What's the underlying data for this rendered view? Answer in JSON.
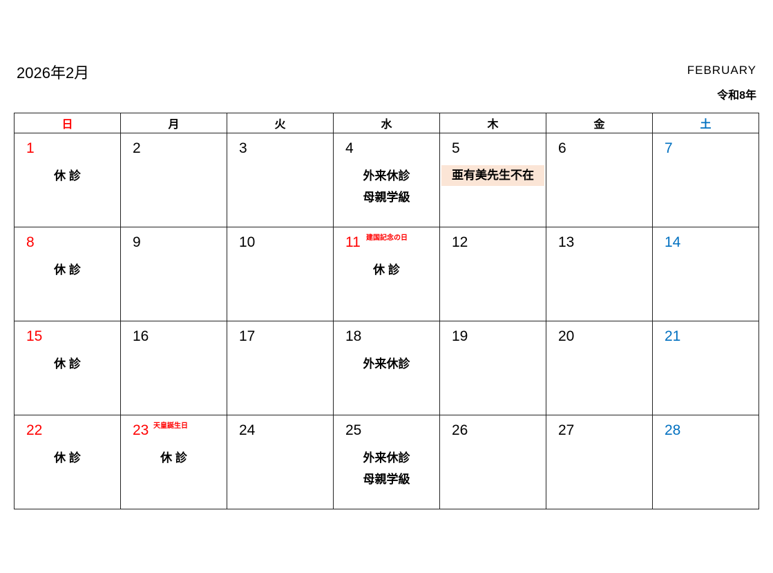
{
  "header": {
    "title": "2026年2月",
    "month_en": "FEBRUARY",
    "era": "令和8年"
  },
  "colors": {
    "sunday": "#ff0000",
    "saturday": "#0070c0",
    "highlight": "#fbe5d6"
  },
  "weekdays": [
    "日",
    "月",
    "火",
    "水",
    "木",
    "金",
    "土"
  ],
  "weeks": [
    [
      {
        "day": "1",
        "notes": [
          "休 診"
        ]
      },
      {
        "day": "2"
      },
      {
        "day": "3"
      },
      {
        "day": "4",
        "notes": [
          "外来休診",
          "母親学級"
        ]
      },
      {
        "day": "5",
        "highlight": "亜有美先生不在"
      },
      {
        "day": "6"
      },
      {
        "day": "7"
      }
    ],
    [
      {
        "day": "8",
        "notes": [
          "休 診"
        ]
      },
      {
        "day": "9"
      },
      {
        "day": "10"
      },
      {
        "day": "11",
        "holiday": "建国記念の日",
        "notes": [
          "休 診"
        ]
      },
      {
        "day": "12"
      },
      {
        "day": "13"
      },
      {
        "day": "14"
      }
    ],
    [
      {
        "day": "15",
        "notes": [
          "休 診"
        ]
      },
      {
        "day": "16"
      },
      {
        "day": "17"
      },
      {
        "day": "18",
        "notes": [
          "外来休診"
        ]
      },
      {
        "day": "19"
      },
      {
        "day": "20"
      },
      {
        "day": "21"
      }
    ],
    [
      {
        "day": "22",
        "notes": [
          "休 診"
        ]
      },
      {
        "day": "23",
        "holiday": "天皇誕生日",
        "notes": [
          "休 診"
        ]
      },
      {
        "day": "24"
      },
      {
        "day": "25",
        "notes": [
          "外来休診",
          "母親学級"
        ]
      },
      {
        "day": "26"
      },
      {
        "day": "27"
      },
      {
        "day": "28"
      }
    ]
  ]
}
